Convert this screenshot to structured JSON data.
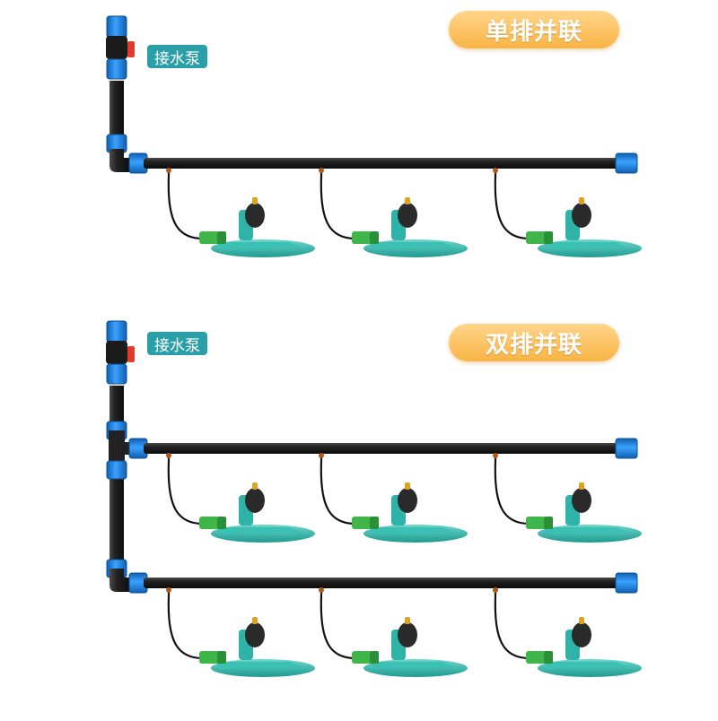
{
  "diagrams": [
    {
      "title": "单排并联",
      "pump_label": "接水泵",
      "rows": 1,
      "sprinklers_per_row": 3
    },
    {
      "title": "双排并联",
      "pump_label": "接水泵",
      "rows": 2,
      "sprinklers_per_row": 3
    }
  ],
  "colors": {
    "pipe": "#1c1c1c",
    "connector_blue": "#1f7fd6",
    "valve_red": "#e23b2a",
    "sprinkler_teal": "#2fb3a8",
    "hose_green": "#3fb54a",
    "label_teal": "#2a9fa8",
    "title_orange": "#f9b445"
  }
}
